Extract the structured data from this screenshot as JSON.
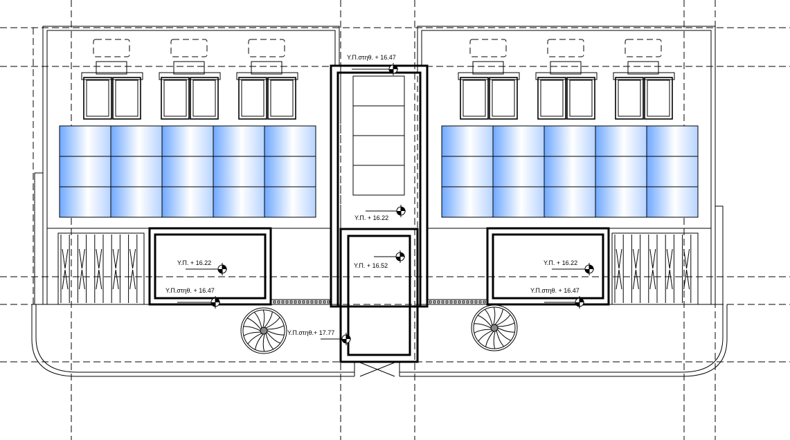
{
  "labels": {
    "top_center": "Υ.Π.στηθ. + 16.47",
    "center_upper": "Υ.Π. + 16.22",
    "center_mid": "Υ.Π. + 16.52",
    "center_low": "Υ.Π.στηθ.+ 17.77",
    "left_hatch": "Υ.Π. + 16.22",
    "left_parapet": "Υ.Π.στηθ. + 16.47",
    "right_hatch": "Υ.Π. + 16.22",
    "right_parapet": "Υ.Π.στηθ. + 16.47"
  },
  "colors": {
    "line": "#000000",
    "panel_edge": "#6fa8ff",
    "panel_center": "#ffffff",
    "background": "#ffffff"
  },
  "icons": {
    "level_marker": "level-marker-icon",
    "spiral_stair": "spiral-stair-icon"
  }
}
